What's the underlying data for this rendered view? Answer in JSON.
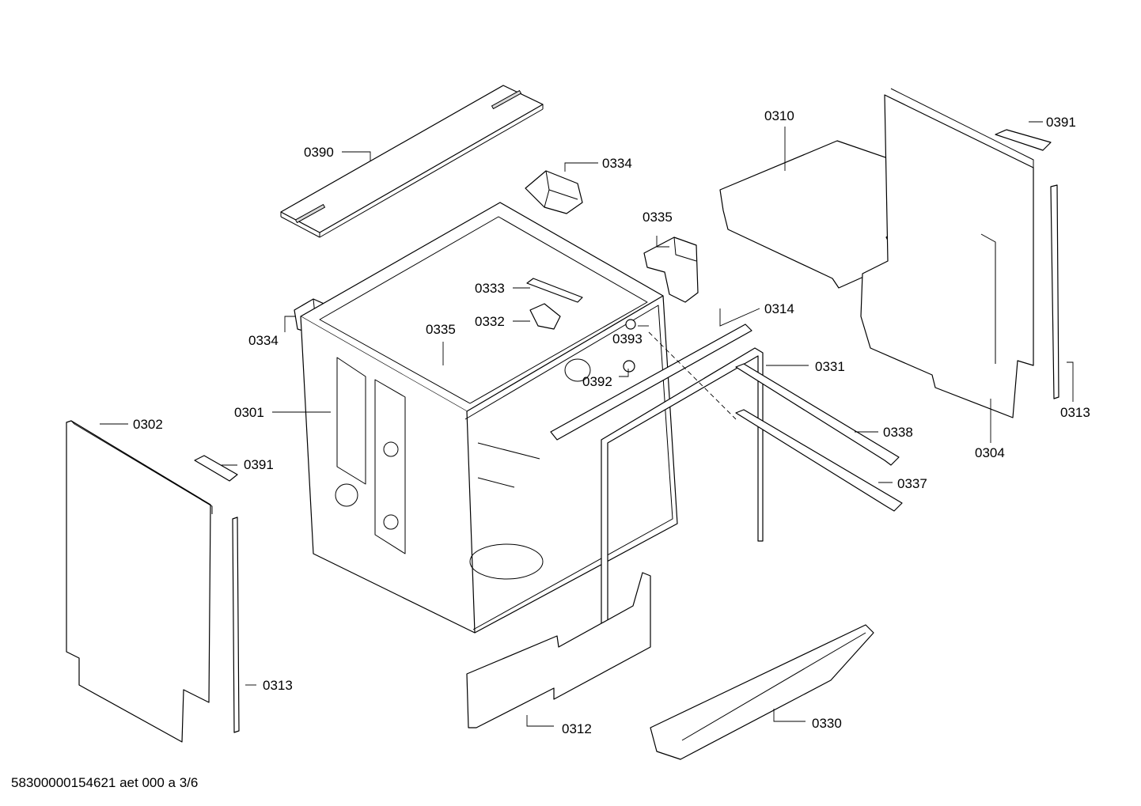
{
  "labels": {
    "p0390": "0390",
    "p0334a": "0334",
    "p0334b": "0334",
    "p0335a": "0335",
    "p0335b": "0335",
    "p0333": "0333",
    "p0332": "0332",
    "p0393": "0393",
    "p0392": "0392",
    "p0301": "0301",
    "p0302": "0302",
    "p0391a": "0391",
    "p0391b": "0391",
    "p0313a": "0313",
    "p0313b": "0313",
    "p0310": "0310",
    "p0314": "0314",
    "p0331": "0331",
    "p0304": "0304",
    "p0338": "0338",
    "p0337": "0337",
    "p0312": "0312",
    "p0330": "0330"
  },
  "footer": "58300000154621 aet 000 a 3/6"
}
